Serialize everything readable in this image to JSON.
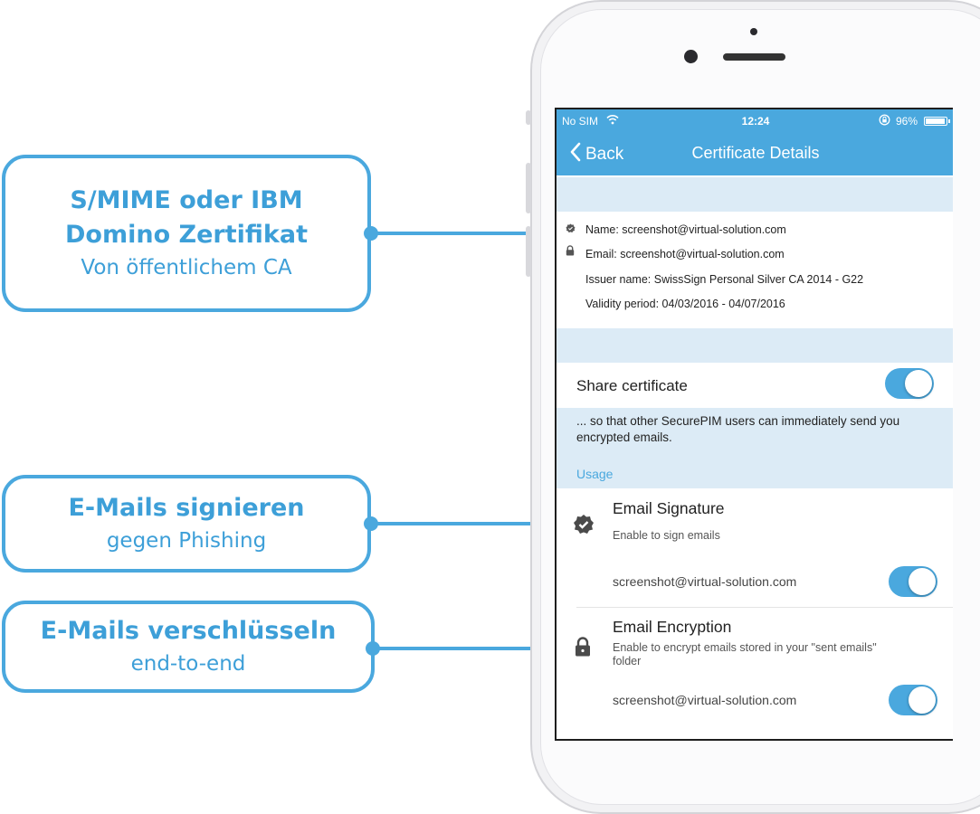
{
  "callouts": [
    {
      "title": "S/MIME oder IBM Domino Zertifikat",
      "subtitle": "Von öffentlichem CA"
    },
    {
      "title": "E-Mails signieren",
      "subtitle": "gegen Phishing"
    },
    {
      "title": "E-Mails verschlüsseln",
      "subtitle": "end-to-end"
    }
  ],
  "status_bar": {
    "carrier": "No SIM",
    "time": "12:24",
    "battery_percent": "96%",
    "battery_level": 0.96
  },
  "nav": {
    "back_label": "Back",
    "title": "Certificate Details"
  },
  "certificate": {
    "name_line": "Name:  screenshot@virtual-solution.com",
    "email_line": "Email:  screenshot@virtual-solution.com",
    "issuer_line": "Issuer name:  SwissSign Personal Silver CA 2014 - G22",
    "validity_line": "Validity period:  04/03/2016 - 04/07/2016"
  },
  "share": {
    "label": "Share certificate",
    "enabled": true,
    "note": "... so that other SecurePIM users can immediately send you encrypted emails."
  },
  "usage_header": "Usage",
  "features": [
    {
      "title": "Email Signature",
      "subtitle": "Enable to sign emails",
      "email": "screenshot@virtual-solution.com",
      "enabled": true,
      "icon": "verified-badge-icon"
    },
    {
      "title": "Email Encryption",
      "subtitle": "Enable to encrypt emails stored in your \"sent emails\" folder",
      "email": "screenshot@virtual-solution.com",
      "enabled": true,
      "icon": "lock-icon"
    }
  ],
  "colors": {
    "accent": "#4aa8de",
    "section_band": "#dcebf6"
  }
}
